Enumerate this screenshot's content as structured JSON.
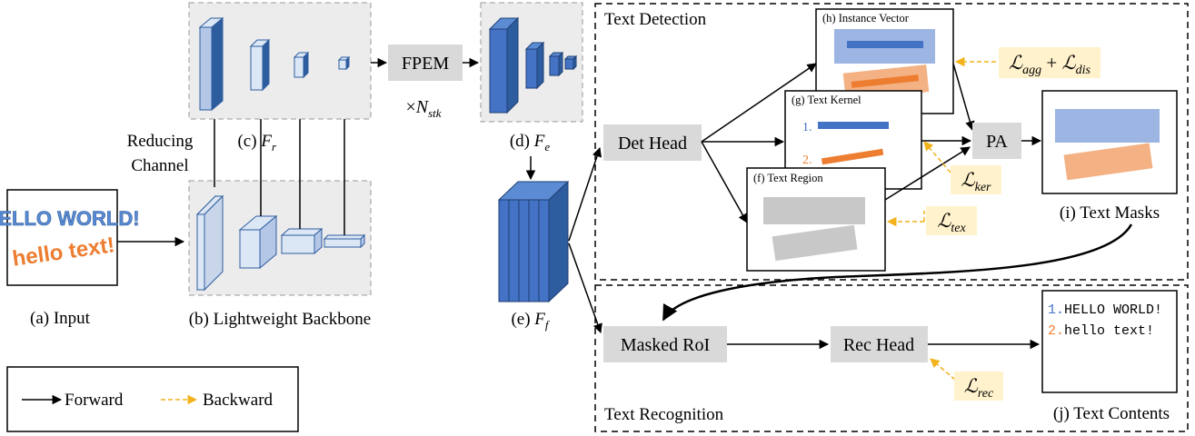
{
  "input": {
    "text_line1": "HELLO WORLD!",
    "text_line2": "hello text!",
    "caption": "(a) Input"
  },
  "backbone": {
    "caption": "(b) Lightweight Backbone",
    "reduce_label_1": "Reducing",
    "reduce_label_2": "Channel",
    "fr_prefix": "(c) ",
    "fr_symbol": "F",
    "fr_sub": "r"
  },
  "fpem": {
    "label": "FPEM",
    "times": "×",
    "n_symbol": "N",
    "n_sub": "stk",
    "fe_prefix": "(d) ",
    "fe_symbol": "F",
    "fe_sub": "e"
  },
  "fusion": {
    "ff_prefix": "(e) ",
    "ff_symbol": "F",
    "ff_sub": "f"
  },
  "detection": {
    "section_title": "Text Detection",
    "det_head": "Det Head",
    "instance_vector": "(h) Instance Vector",
    "text_kernel": "(g) Text Kernel",
    "text_region": "(f) Text Region",
    "kernel_item1": "1.",
    "kernel_item2": "2.",
    "pa": "PA",
    "masks_caption": "(i) Text Masks",
    "loss_agg": "agg",
    "loss_dis": "dis",
    "loss_ker": "ker",
    "loss_tex": "tex",
    "loss_symbol": "ℒ",
    "plus": "+"
  },
  "recognition": {
    "section_title": "Text Recognition",
    "masked_roi": "Masked RoI",
    "rec_head": "Rec Head",
    "loss_rec": "rec",
    "loss_symbol": "ℒ",
    "content_num1": "1.",
    "content_text1": "HELLO WORLD!",
    "content_num2": "2.",
    "content_text2": "hello text!",
    "contents_caption": "(j) Text Contents"
  },
  "legend": {
    "forward": "Forward",
    "backward": "Backward"
  },
  "colors": {
    "gray_box": "#d9d9d9",
    "gray_panel": "#ececec",
    "blue_dark": "#2e5d9f",
    "blue_light": "#dce7f5",
    "loss_bg": "#fff2cc",
    "arrow_backward": "#f2b21b",
    "orange": "#ed7d31",
    "blue_bar": "#4472c4"
  }
}
